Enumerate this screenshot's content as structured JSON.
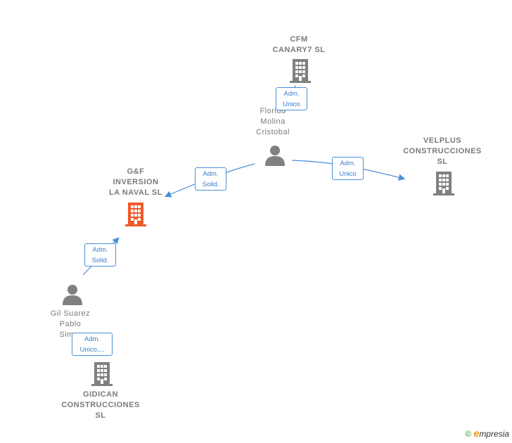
{
  "nodes": {
    "cfm": {
      "label": "CFM\nCANARY7  SL",
      "type": "company"
    },
    "velplus": {
      "label": "VELPLUS\nCONSTRUCCIONES\nSL",
      "type": "company"
    },
    "gf": {
      "label": "G&F\nINVERSION\nLA NAVAL  SL",
      "type": "company-main"
    },
    "gidican": {
      "label": "GIDICAN\nCONSTRUCCIONES\nSL",
      "type": "company"
    },
    "florido": {
      "label": "Florido\nMolina\nCristobal",
      "type": "person"
    },
    "gil": {
      "label": "Gil Suarez\nPablo\nSim...",
      "type": "person"
    }
  },
  "edges": [
    {
      "label": "Adm.\nUnico"
    },
    {
      "label": "Adm.\nSolid."
    },
    {
      "label": "Adm.\nUnico"
    },
    {
      "label": "Adm.\nSolid."
    },
    {
      "label": "Adm.\nUnico,..."
    }
  ],
  "colors": {
    "company": "#808080",
    "main": "#f05a28",
    "edge": "#4a90d9"
  },
  "footer": {
    "copyright": "©",
    "brand_e": "e",
    "brand_rest": "mpresia"
  }
}
